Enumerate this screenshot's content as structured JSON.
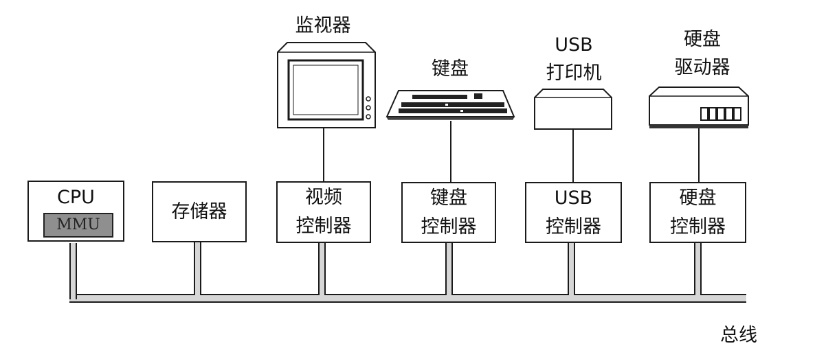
{
  "cpu": {
    "label": "CPU",
    "mmu_label": "MMU"
  },
  "memory": {
    "label": "存储器"
  },
  "video_controller": {
    "line1": "视频",
    "line2": "控制器"
  },
  "keyboard_controller": {
    "line1": "键盘",
    "line2": "控制器"
  },
  "usb_controller": {
    "line1": "USB",
    "line2": "控制器"
  },
  "disk_controller": {
    "line1": "硬盘",
    "line2": "控制器"
  },
  "devices": {
    "monitor": "监视器",
    "keyboard": "键盘",
    "printer": {
      "line1": "USB",
      "line2": "打印机"
    },
    "disk": {
      "line1": "硬盘",
      "line2": "驱动器"
    }
  },
  "bus": {
    "label": "总线"
  }
}
